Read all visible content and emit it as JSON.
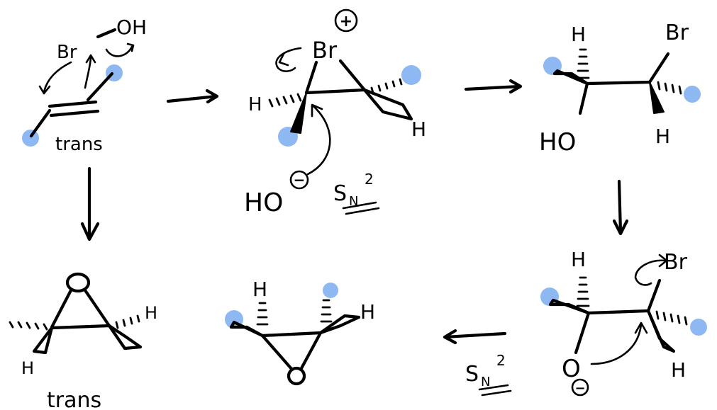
{
  "labels": {
    "br": "Br",
    "oh": "OH",
    "ho": "HO",
    "h": "H",
    "o": "O",
    "trans": "trans",
    "sn": "S",
    "sn_sub": "N",
    "sn_sup": "2",
    "plus": "+",
    "minus": "−"
  },
  "colors": {
    "ink": "#000000",
    "highlight": "#8db8f2"
  }
}
